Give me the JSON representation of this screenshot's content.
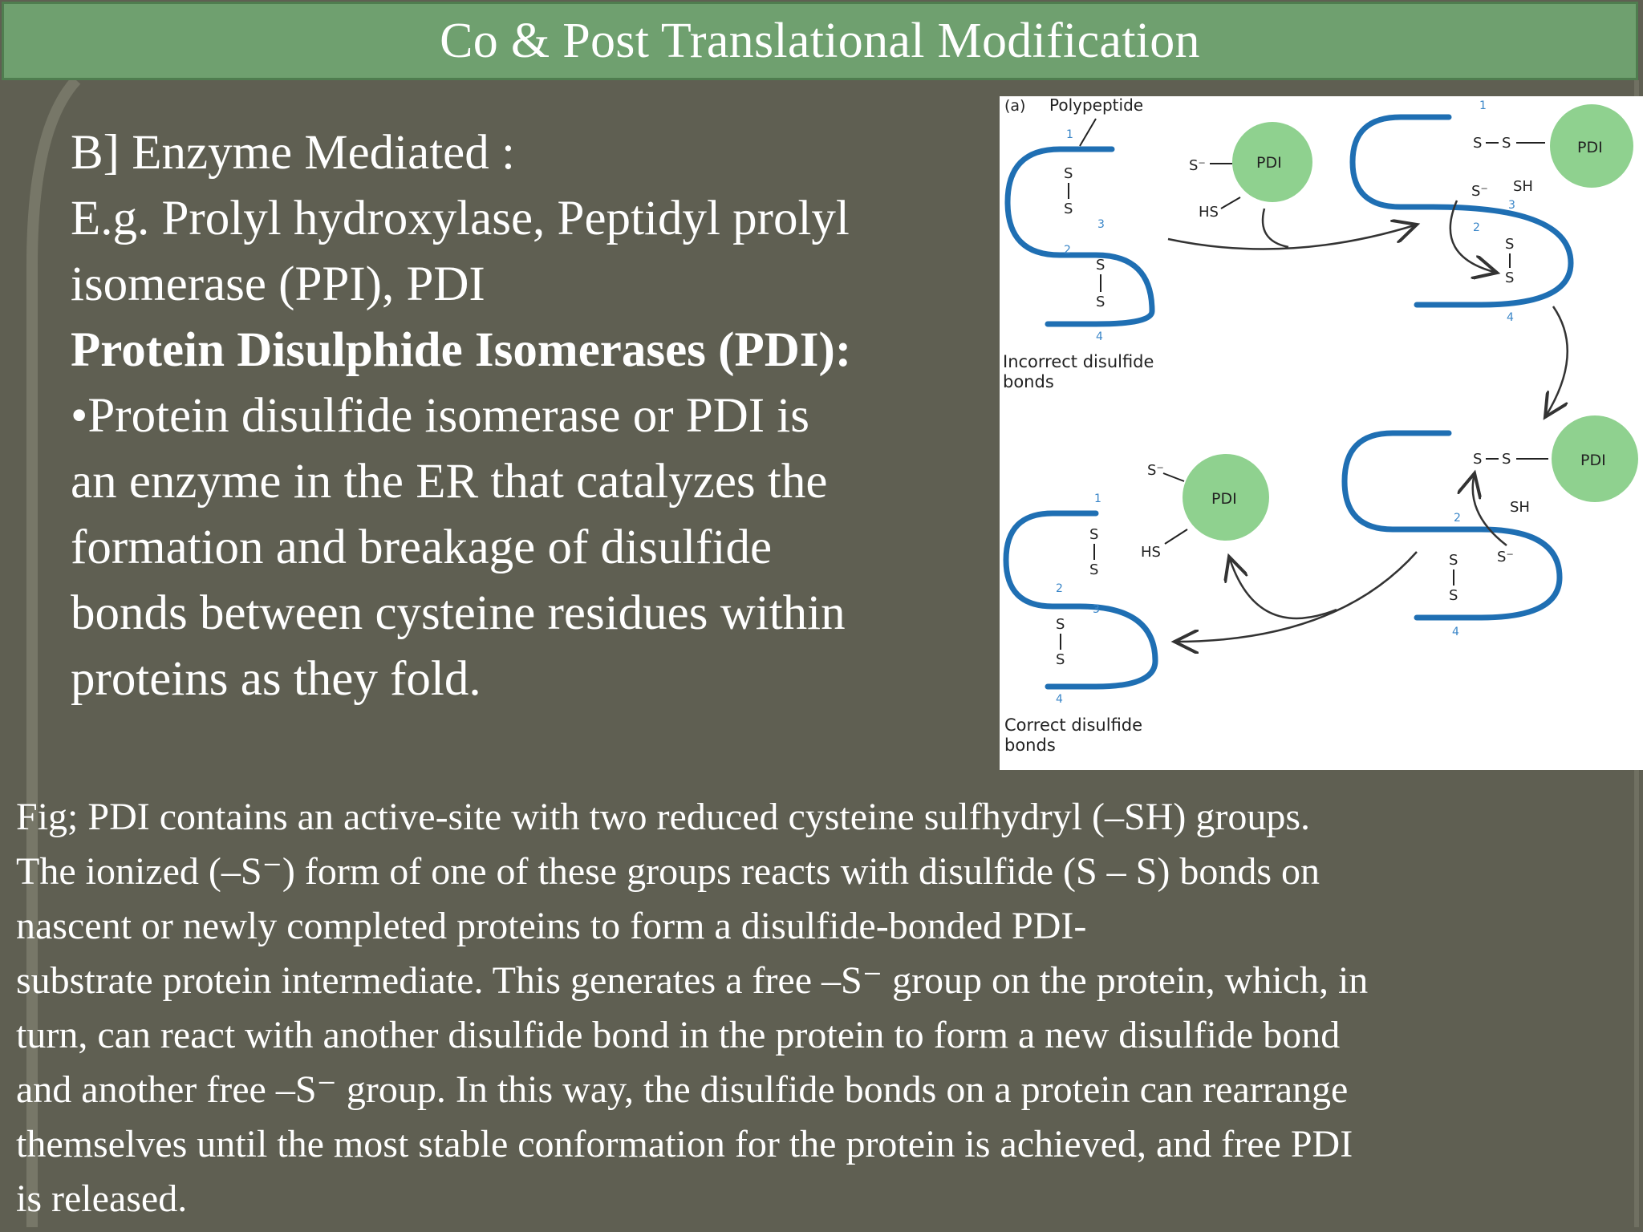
{
  "slide": {
    "title": "Co & Post Translational Modification",
    "colors": {
      "title_bar": "#6fa06f",
      "background": "#5f5f52",
      "strand": "#1f6fb3",
      "pdi": "#8fd18f"
    }
  },
  "body": {
    "line1": "B] Enzyme Mediated :",
    "line2": "E.g. Prolyl hydroxylase, Peptidyl prolyl",
    "line3": "isomerase (PPI), PDI",
    "heading": "Protein Disulphide Isomerases (PDI):",
    "bullet": "•",
    "line5": "Protein disulfide isomerase or PDI is",
    "line6": "an enzyme in the ER that catalyzes the",
    "line7": "formation and breakage of disulfide",
    "line8": "bonds between cysteine residues within",
    "line9": "proteins as they fold."
  },
  "figure": {
    "panel_label": "(a)",
    "polypeptide_label": "Polypeptide",
    "incorrect_line1": "Incorrect disulfide",
    "incorrect_line2": "bonds",
    "correct_line1": "Correct disulfide",
    "correct_line2": "bonds",
    "pdi": "PDI",
    "s": "S",
    "s_minus": "S⁻",
    "sh": "SH",
    "hs": "HS",
    "n1": "1",
    "n2": "2",
    "n3": "3",
    "n4": "4"
  },
  "caption": {
    "line1": " Fig; PDI contains an active-site with two reduced cysteine sulfhydryl (–SH) groups.",
    "line2": "The ionized (–S⁻) form of one of these groups reacts with disulfide (S – S) bonds on",
    "line3": "nascent or newly completed proteins to form a disulfide-bonded PDI-",
    "line4": "substrate protein intermediate. This generates a free –S⁻ group on the protein, which, in",
    "line5": "turn, can react with another disulfide bond in the protein to form a new disulfide bond",
    "line6": "and another free –S⁻ group. In this way, the disulfide bonds on a protein can rearrange",
    "line7": "themselves until the most stable conformation for the protein is achieved, and free PDI",
    "line8": "is released."
  }
}
